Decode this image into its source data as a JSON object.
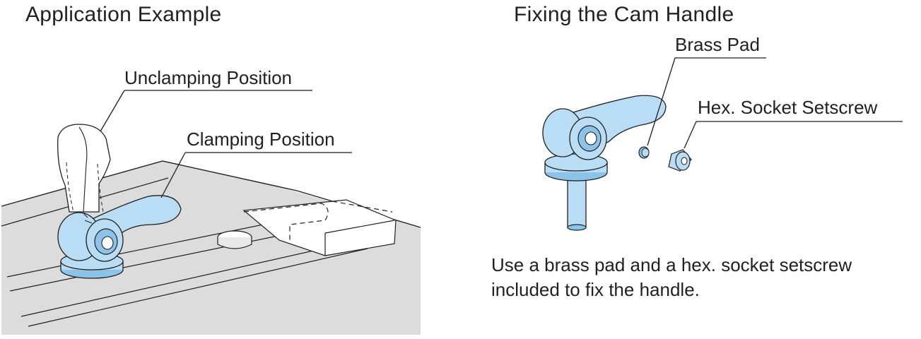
{
  "left_panel": {
    "title": "Application Example",
    "unclamping_label": "Unclamping Position",
    "clamping_label": "Clamping Position"
  },
  "right_panel": {
    "title": "Fixing the Cam Handle",
    "brass_pad_label": "Brass Pad",
    "setscrew_label": "Hex. Socket Setscrew",
    "caption_line1": "Use a brass pad and a hex. socket setscrew",
    "caption_line2": "included to fix the handle."
  },
  "colors": {
    "part_fill": "#b9ddf4",
    "part_fill_dark": "#8cc3e8",
    "plate_fill": "#dcdcdc",
    "outline": "#231f20"
  }
}
